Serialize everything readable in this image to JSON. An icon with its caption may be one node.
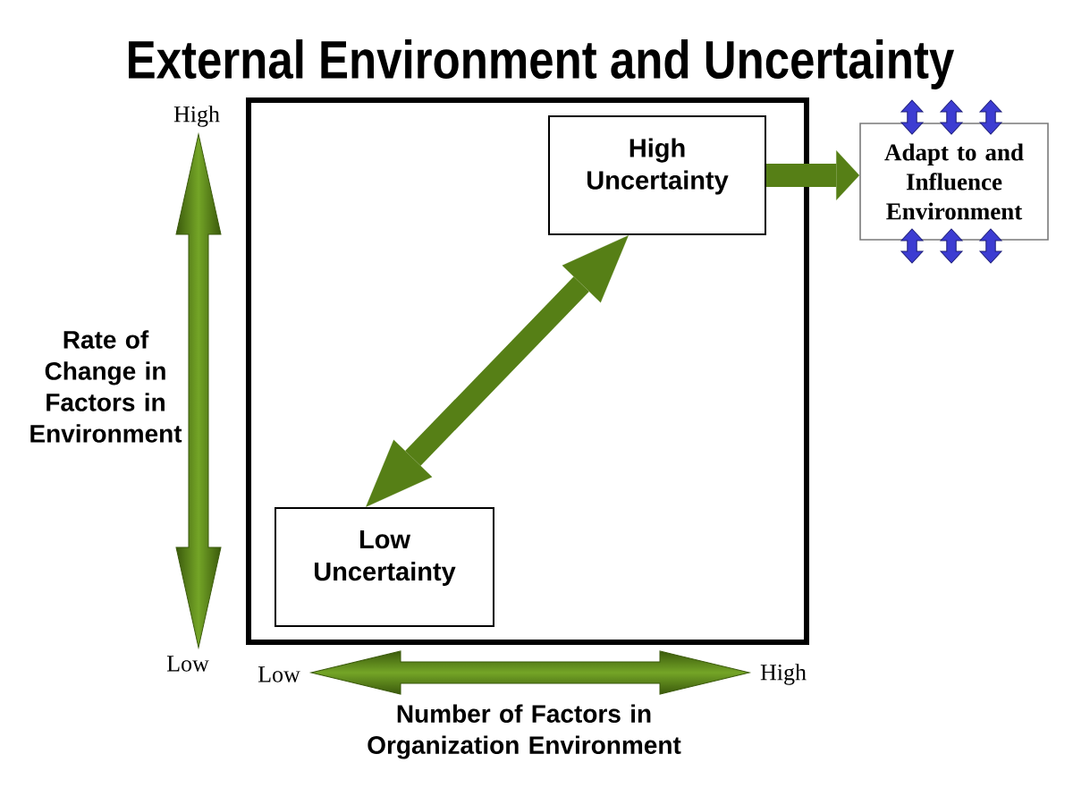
{
  "diagram": {
    "title": "External Environment and Uncertainty",
    "nodes": [
      {
        "text": [],
        "shape": "box"
      },
      {
        "text": [
          "High Uncertainty"
        ],
        "in": 0
      },
      {
        "text": [
          "Low Uncertainty"
        ],
        "in": 0
      },
      {
        "text": [
          "Adapt to and Influence Environment"
        ]
      }
    ],
    "edges": [
      {
        "from": 2,
        "to": 1,
        "arrow": "both"
      },
      {
        "from": 1,
        "to": 3,
        "arrow": "to"
      }
    ],
    "labels": [
      "High",
      "Rate of Change in Factors in Environment",
      "Low",
      "Low",
      "High",
      "Number of Factors in Organization Environment"
    ]
  }
}
